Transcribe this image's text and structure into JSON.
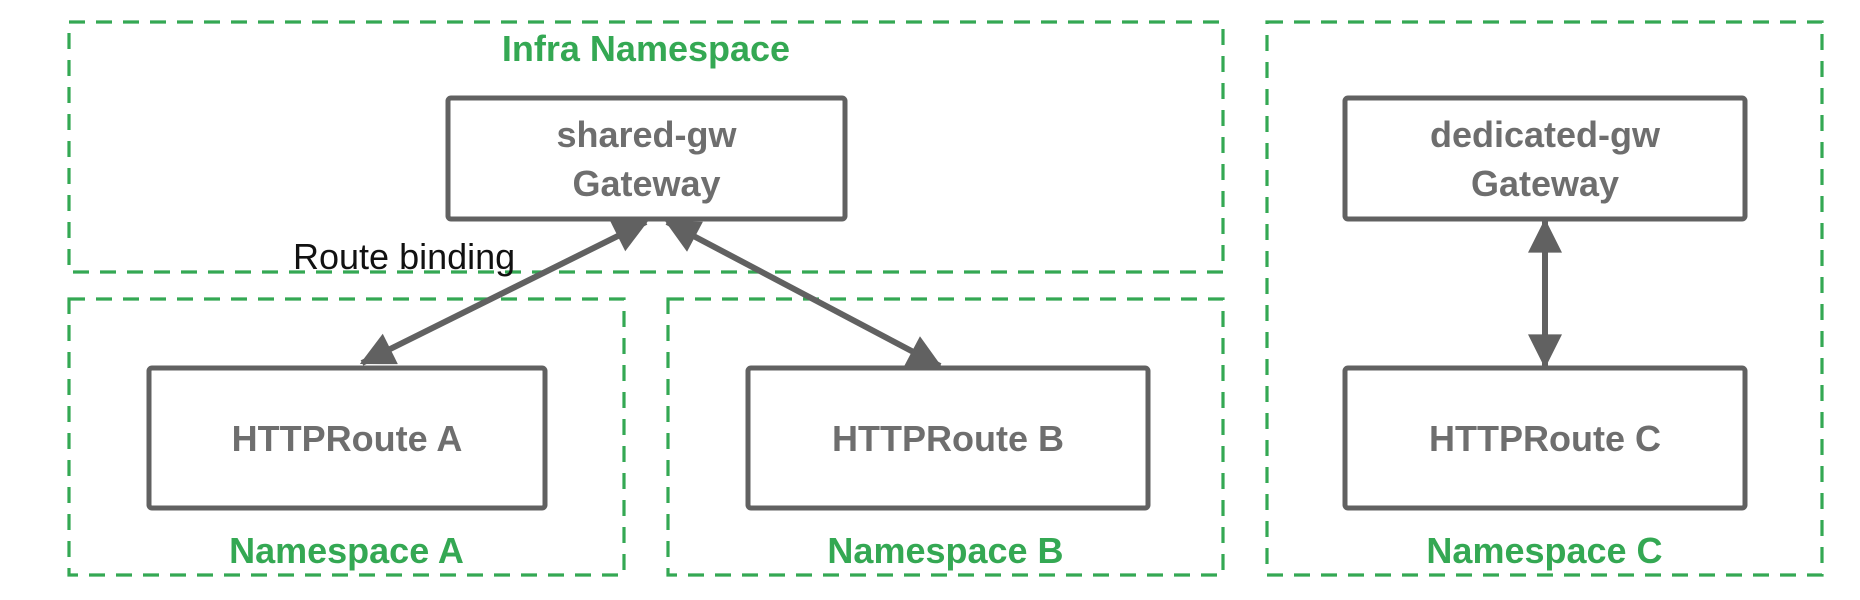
{
  "colors": {
    "namespace_green": "#34a853",
    "node_border_gray": "#616161",
    "node_text_gray": "#6e6e6e",
    "arrow_gray": "#616161",
    "annotation_black": "#111111"
  },
  "namespaces": {
    "infra": {
      "label": "Infra Namespace"
    },
    "a": {
      "label": "Namespace A"
    },
    "b": {
      "label": "Namespace B"
    },
    "c": {
      "label": "Namespace C"
    }
  },
  "nodes": {
    "shared_gw": {
      "line1": "shared-gw",
      "line2": "Gateway"
    },
    "dedicated_gw": {
      "line1": "dedicated-gw",
      "line2": "Gateway"
    },
    "route_a": {
      "label": "HTTPRoute A"
    },
    "route_b": {
      "label": "HTTPRoute B"
    },
    "route_c": {
      "label": "HTTPRoute C"
    }
  },
  "annotations": {
    "route_binding_label": "Route binding"
  },
  "edges": [
    {
      "from": "HTTPRoute A",
      "to": "shared-gw Gateway",
      "label": "Route binding",
      "arrowheads": "both"
    },
    {
      "from": "HTTPRoute B",
      "to": "shared-gw Gateway",
      "label": "Route binding",
      "arrowheads": "both"
    },
    {
      "from": "HTTPRoute C",
      "to": "dedicated-gw Gateway",
      "label": "Route binding",
      "arrowheads": "both"
    }
  ]
}
